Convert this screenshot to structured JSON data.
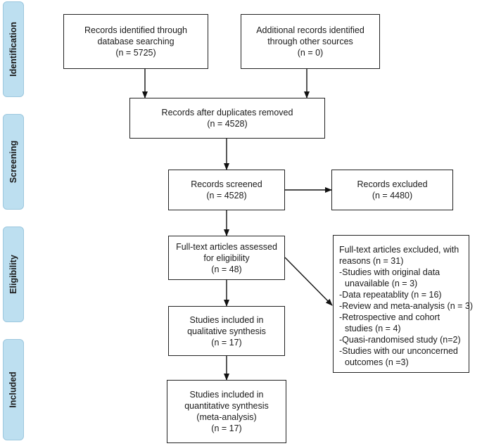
{
  "stages": {
    "identification": "Identification",
    "screening": "Screening",
    "eligibility": "Eligibility",
    "included": "Included"
  },
  "boxes": {
    "database": [
      "Records identified through",
      "database searching",
      "(n = 5725)"
    ],
    "other_sources": [
      "Additional records identified",
      "through other sources",
      "(n = 0)"
    ],
    "duplicates_removed": [
      "Records after duplicates removed",
      "(n = 4528)"
    ],
    "screened": [
      "Records screened",
      "(n = 4528)"
    ],
    "excluded": [
      "Records excluded",
      "(n = 4480)"
    ],
    "fulltext_assessed": [
      "Full-text articles assessed",
      "for eligibility",
      "(n = 48)"
    ],
    "fulltext_excluded": {
      "lines": [
        "Full-text articles excluded, with",
        "reasons (n = 31)",
        "-Studies with original data",
        "unavailable (n = 3)",
        "-Data repeatablity (n = 16)",
        "-Review and meta-analysis (n = 3)",
        "-Retrospective and cohort",
        "studies (n = 4)",
        "-Quasi-randomised study (n=2)",
        "-Studies with our unconcerned",
        "outcomes (n =3)"
      ]
    },
    "qualitative": [
      "Studies included in",
      "qualitative synthesis",
      "(n = 17)"
    ],
    "quantitative": [
      "Studies included in",
      "quantitative synthesis",
      "(meta-analysis)",
      "(n = 17)"
    ]
  }
}
